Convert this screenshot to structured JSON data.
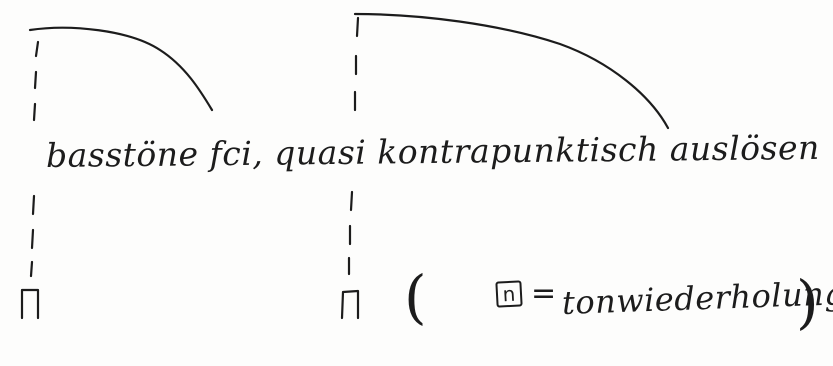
{
  "annotation": {
    "main_text": "basstöne fci, quasi kontrapunktisch auslösen",
    "legend_symbol": "n",
    "legend_equals": "=",
    "legend_text": "tonwiederholung",
    "paren_open": "(",
    "paren_close": ")"
  },
  "ink_color": "#1c1c1c"
}
